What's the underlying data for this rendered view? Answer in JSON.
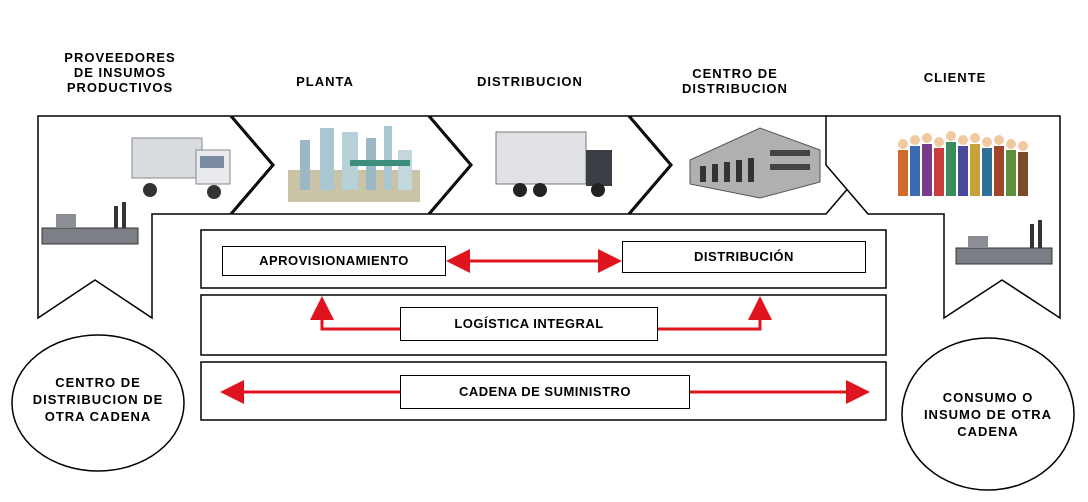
{
  "stages": [
    {
      "label": "PROVEEDORES\nDE INSUMOS\nPRODUCTIVOS"
    },
    {
      "label": "PLANTA"
    },
    {
      "label": "DISTRIBUCION"
    },
    {
      "label": "CENTRO DE\nDISTRIBUCION"
    },
    {
      "label": "CLIENTE"
    }
  ],
  "flows": {
    "aprovisionamiento": "APROVISIONAMIENTO",
    "distribucion": "DISTRIBUCIÓN",
    "logistica": "LOGÍSTICA INTEGRAL",
    "cadena": "CADENA DE SUMINISTRO"
  },
  "circles": {
    "left": "CENTRO DE\nDISTRIBUCION DE\nOTRA CADENA",
    "right": "CONSUMO O\nINSUMO DE OTRA\nCADENA"
  },
  "icons": {
    "supplier": "truck-icon",
    "plant": "factory-plant-icon",
    "distribution": "trailer-truck-icon",
    "center": "warehouse-building-icon",
    "client": "people-group-icon",
    "small_factory": "small-factory-icon"
  },
  "colors": {
    "arrow": "#e0141e",
    "line": "#000000"
  }
}
